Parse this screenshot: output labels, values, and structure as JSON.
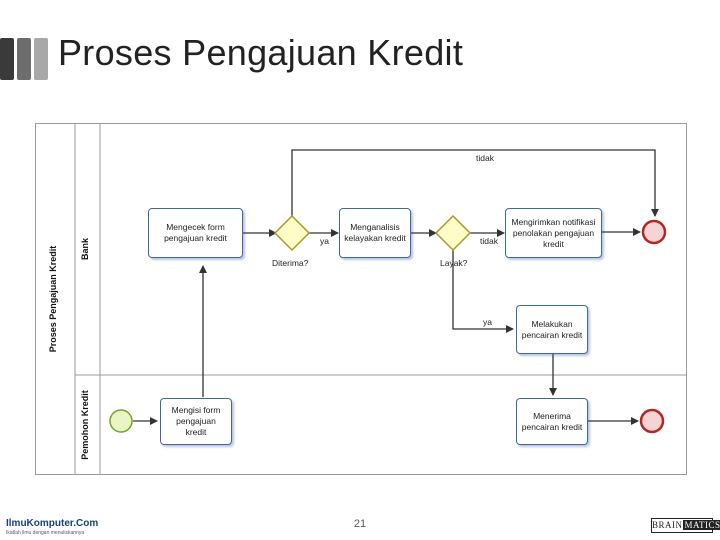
{
  "slide": {
    "title": "Proses Pengajuan Kredit",
    "page_number": "21",
    "title_bar_colors": [
      "#3a3a3a",
      "#6d6d6d",
      "#a8a8a8"
    ]
  },
  "diagram": {
    "pool_label": "Proses Pengajuan Kredit",
    "lanes": [
      {
        "label": "Bank"
      },
      {
        "label": "Pemohon Kredit"
      }
    ],
    "tasks": {
      "mengecek": "Mengecek form pengajuan kredit",
      "menganalisis": "Menganalisis kelayakan kredit",
      "mengirimkan": "Mengirimkan notifikasi penolakan pengajuan kredit",
      "melakukan": "Melakukan pencairan kredit",
      "mengisi": "Mengisi form pengajuan kredit",
      "menerima": "Menerima pencairan kredit"
    },
    "gateways": {
      "diterima": "Diterima?",
      "layak": "Layak?"
    },
    "flow_labels": {
      "ya1": "ya",
      "tidak1": "tidak",
      "tidak2": "tidak",
      "ya2": "ya"
    },
    "colors": {
      "task_border": "#3d6aa6",
      "gateway_fill": "#fffcc8",
      "gateway_border": "#a39a2c",
      "start_fill": "#eaf5c4",
      "start_border": "#6ea52e",
      "end_fill": "#f6d4d4",
      "end_border": "#b32626",
      "flow": "#333333"
    }
  },
  "footer": {
    "logo": "IlmuKomputer.Com",
    "logo_tagline": "Ikatlah ilmu dengan menuliskannya",
    "brand_part1": "BRAIN",
    "brand_part2": "MATICS"
  }
}
